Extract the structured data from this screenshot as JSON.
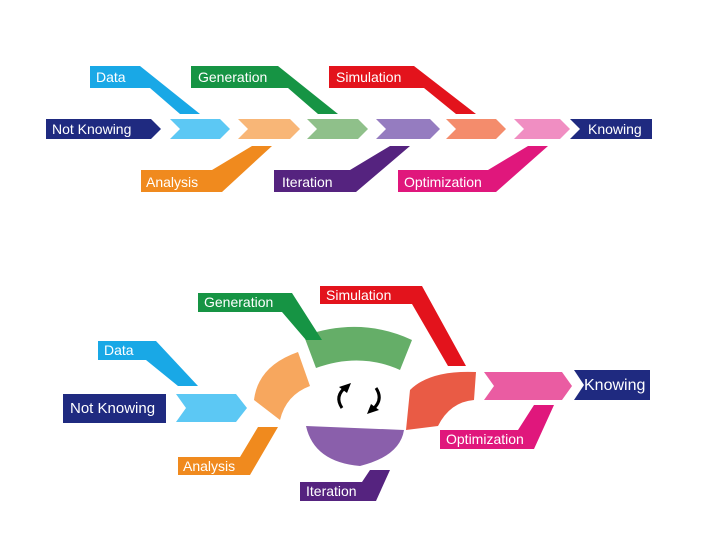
{
  "colors": {
    "not_knowing": "#1f2a80",
    "data": "#19a8e6",
    "analysis": "#f08a1e",
    "generation": "#169444",
    "iteration": "#55237f",
    "simulation": "#e3131c",
    "optimization": "#e0177c",
    "knowing": "#1f2a80",
    "light_data": "#5cc8f4",
    "light_analysis": "#f8b677",
    "light_generation": "#8fc08a",
    "light_iteration": "#957cc0",
    "light_simulation": "#f48c6c",
    "light_optimization": "#f08ec2",
    "ring_generation": "#65ae68",
    "ring_iteration": "#8a5fab",
    "ring_simulation": "#e95b45",
    "ring_analysis": "#f7a75e",
    "ring_optimization": "#ea5ca2",
    "arrow_cycle": "#000000"
  },
  "icons": {
    "cycle": "cycle-arrows-icon"
  },
  "linear": {
    "start_label": "Not Knowing",
    "end_label": "Knowing",
    "top_labels": [
      "Data",
      "Generation",
      "Simulation"
    ],
    "bottom_labels": [
      "Analysis",
      "Iteration",
      "Optimization"
    ]
  },
  "cyclic": {
    "start_label": "Not Knowing",
    "end_label": "Knowing",
    "data_label": "Data",
    "analysis_label": "Analysis",
    "generation_label": "Generation",
    "simulation_label": "Simulation",
    "iteration_label": "Iteration",
    "optimization_label": "Optimization"
  }
}
